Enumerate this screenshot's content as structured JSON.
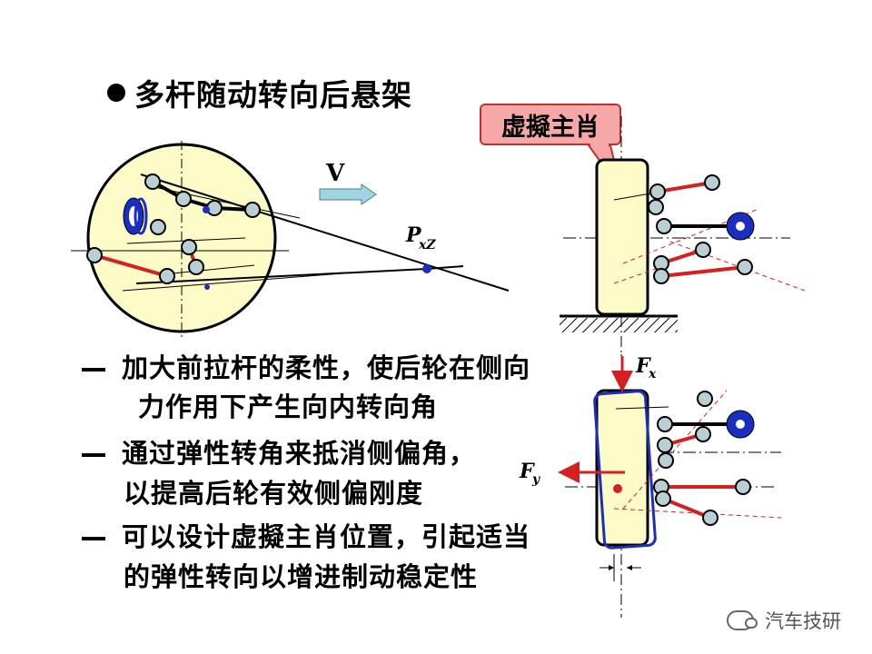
{
  "title": "多杆随动转向后悬架",
  "callout": "虚擬主肖",
  "labels": {
    "v": "V",
    "p": "P",
    "p_sub": "xZ",
    "fx": "F",
    "fx_sub": "x",
    "fy": "F",
    "fy_sub": "y"
  },
  "bullets": [
    {
      "line1": "加大前拉杆的柔性，使后轮在侧向",
      "line2": "力作用下产生向内转向角"
    },
    {
      "line1": "通过弹性转角来抵消侧偏角，",
      "line2": "以提高后轮有效侧偏刚度"
    },
    {
      "line1": "可以设计虚擬主肖位置，引起适当",
      "line2": "的弹性转向以增进制动稳定性"
    }
  ],
  "watermark": "汽车技研",
  "colors": {
    "disk_fill": "#fdfbc8",
    "link_red": "#d42020",
    "joint_fill": "#b9cfd4",
    "hub_blue": "#1a2ec0",
    "callout_fill": "#f6a8a8"
  }
}
